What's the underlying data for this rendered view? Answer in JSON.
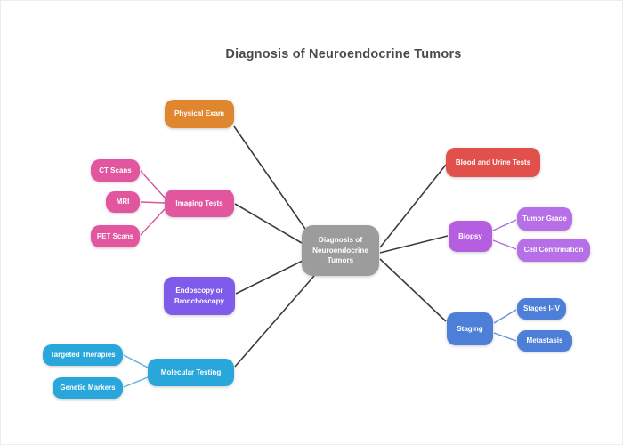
{
  "title": "Diagnosis of Neuroendocrine Tumors",
  "colors": {
    "title_color": "#4a4a4a",
    "node_gray": "#9c9c9c",
    "node_orange": "#e0862f",
    "node_pink": "#e2569f",
    "node_purple": "#7e5be8",
    "node_cyan": "#29a7db",
    "node_red": "#e2504b",
    "node_magenta": "#b55fe0",
    "node_magenta_light": "#b66fe6",
    "node_blue": "#4d7fd9",
    "edge_dark": "#3c3c3c",
    "edge_pink": "#d6579e",
    "edge_cyan": "#5fb2dc",
    "edge_purple": "#b06ad9",
    "edge_blue": "#6a92d9"
  },
  "nodes": {
    "center": {
      "label": "Diagnosis of Neuroendocrine Tumors"
    },
    "physical_exam": {
      "label": "Physical Exam"
    },
    "imaging_tests": {
      "label": "Imaging Tests"
    },
    "ct_scans": {
      "label": "CT Scans"
    },
    "mri": {
      "label": "MRI"
    },
    "pet_scans": {
      "label": "PET Scans"
    },
    "endoscopy": {
      "label": "Endoscopy or Bronchoscopy"
    },
    "molecular_testing": {
      "label": "Molecular Testing"
    },
    "targeted_therapies": {
      "label": "Targeted Therapies"
    },
    "genetic_markers": {
      "label": "Genetic Markers"
    },
    "blood_urine": {
      "label": "Blood and Urine Tests"
    },
    "biopsy": {
      "label": "Biopsy"
    },
    "tumor_grade": {
      "label": "Tumor Grade"
    },
    "cell_confirmation": {
      "label": "Cell Confirmation"
    },
    "staging": {
      "label": "Staging"
    },
    "stages_iiv": {
      "label": "Stages I-IV"
    },
    "metastasis": {
      "label": "Metastasis"
    }
  }
}
